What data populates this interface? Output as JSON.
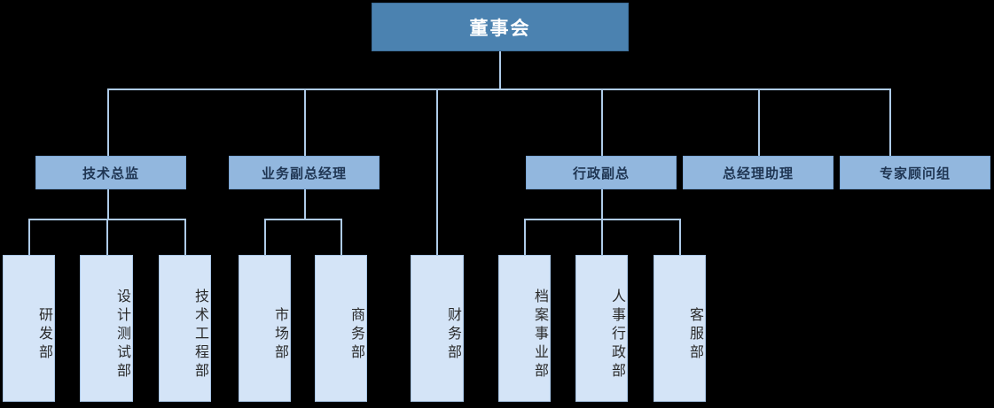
{
  "chart_data": {
    "type": "diagram",
    "diagram_kind": "organization-chart",
    "title": "",
    "orientation": "top-down",
    "colors": {
      "background": "#000000",
      "root_fill": "#4b82b0",
      "root_text": "#ffffff",
      "level1_fill": "#92b7de",
      "level1_text": "#1f3552",
      "level2_fill": "#d4e4f7",
      "level2_text": "#2a2a2a",
      "connector": "#aecbe8"
    },
    "nodes": [
      {
        "id": "board",
        "label": "董事会",
        "level": 0,
        "parent": null
      },
      {
        "id": "tech_director",
        "label": "技术总监",
        "level": 1,
        "parent": "board"
      },
      {
        "id": "biz_vp",
        "label": "业务副总经理",
        "level": 1,
        "parent": "board"
      },
      {
        "id": "admin_vp",
        "label": "行政副总",
        "level": 1,
        "parent": "board"
      },
      {
        "id": "gm_assistant",
        "label": "总经理助理",
        "level": 1,
        "parent": "board"
      },
      {
        "id": "expert_group",
        "label": "专家顾问组",
        "level": 1,
        "parent": "board"
      },
      {
        "id": "rd_dept",
        "label": "研发部",
        "level": 2,
        "parent": "tech_director"
      },
      {
        "id": "design_test_dept",
        "label": "设计测试部",
        "level": 2,
        "parent": "tech_director"
      },
      {
        "id": "tech_eng_dept",
        "label": "技术工程部",
        "level": 2,
        "parent": "tech_director"
      },
      {
        "id": "market_dept",
        "label": "市场部",
        "level": 2,
        "parent": "biz_vp"
      },
      {
        "id": "commerce_dept",
        "label": "商务部",
        "level": 2,
        "parent": "biz_vp"
      },
      {
        "id": "finance_dept",
        "label": "财务部",
        "level": 2,
        "parent": "board"
      },
      {
        "id": "archive_div",
        "label": "档案事业部",
        "level": 2,
        "parent": "admin_vp"
      },
      {
        "id": "hr_admin_dept",
        "label": "人事行政部",
        "level": 2,
        "parent": "admin_vp"
      },
      {
        "id": "service_dept",
        "label": "客服部",
        "level": 2,
        "parent": "admin_vp"
      }
    ]
  },
  "root": {
    "label": "董事会"
  },
  "level1": {
    "tech_director": "技术总监",
    "biz_vp": "业务副总经理",
    "admin_vp": "行政副总",
    "gm_assistant": "总经理助理",
    "expert_group": "专家顾问组"
  },
  "level2": {
    "rd_dept": "研发部",
    "design_test_dept": "设计测试部",
    "tech_eng_dept": "技术工程部",
    "market_dept": "市场部",
    "commerce_dept": "商务部",
    "finance_dept": "财务部",
    "archive_div": "档案事业部",
    "hr_admin_dept": "人事行政部",
    "service_dept": "客服部"
  }
}
